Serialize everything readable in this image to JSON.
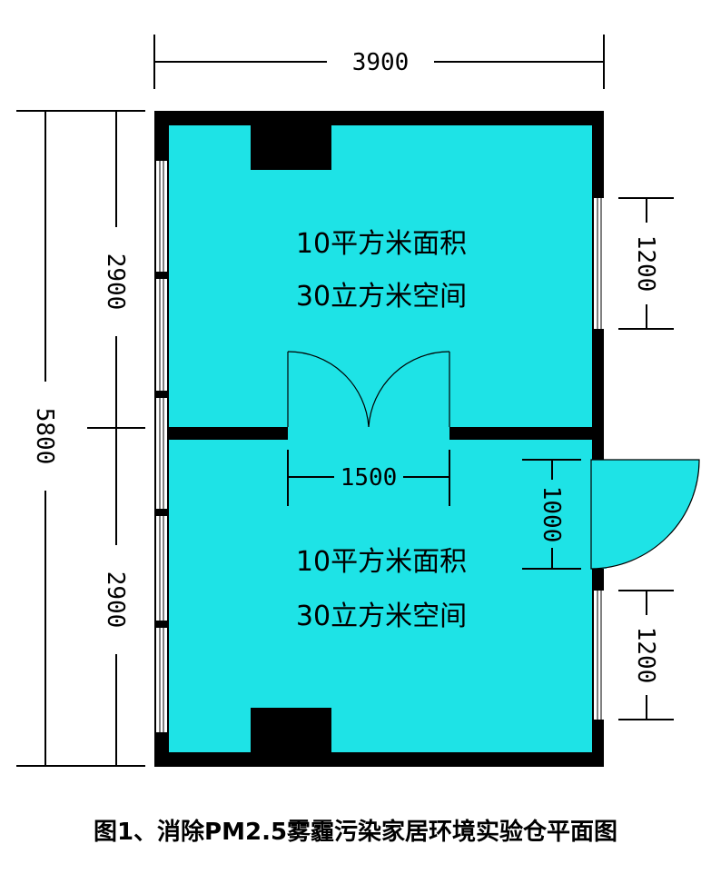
{
  "dimensions": {
    "total_width": "3900",
    "total_height": "5800",
    "upper_room_height": "2900",
    "lower_room_height": "2900",
    "upper_window": "1200",
    "lower_window": "1200",
    "inner_door": "1500",
    "entry_door": "1000"
  },
  "rooms": [
    {
      "area": "10平方米面积",
      "volume": "30立方米空间"
    },
    {
      "area": "10平方米面积",
      "volume": "30立方米空间"
    }
  ],
  "caption": "图1、消除PM2.5雾霾污染家居环境实验仓平面图",
  "colors": {
    "floor": "#1ee3e6",
    "wall": "#000000",
    "window": "#ffffff"
  }
}
